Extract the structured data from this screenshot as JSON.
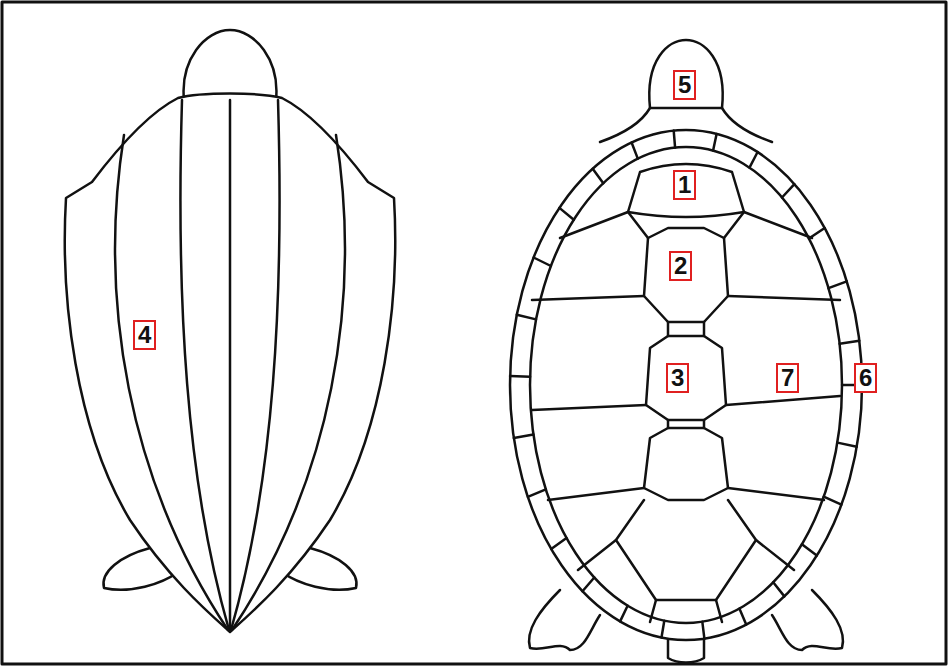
{
  "diagram": {
    "labels": [
      "4",
      "5",
      "1",
      "2",
      "3",
      "7",
      "6"
    ]
  }
}
